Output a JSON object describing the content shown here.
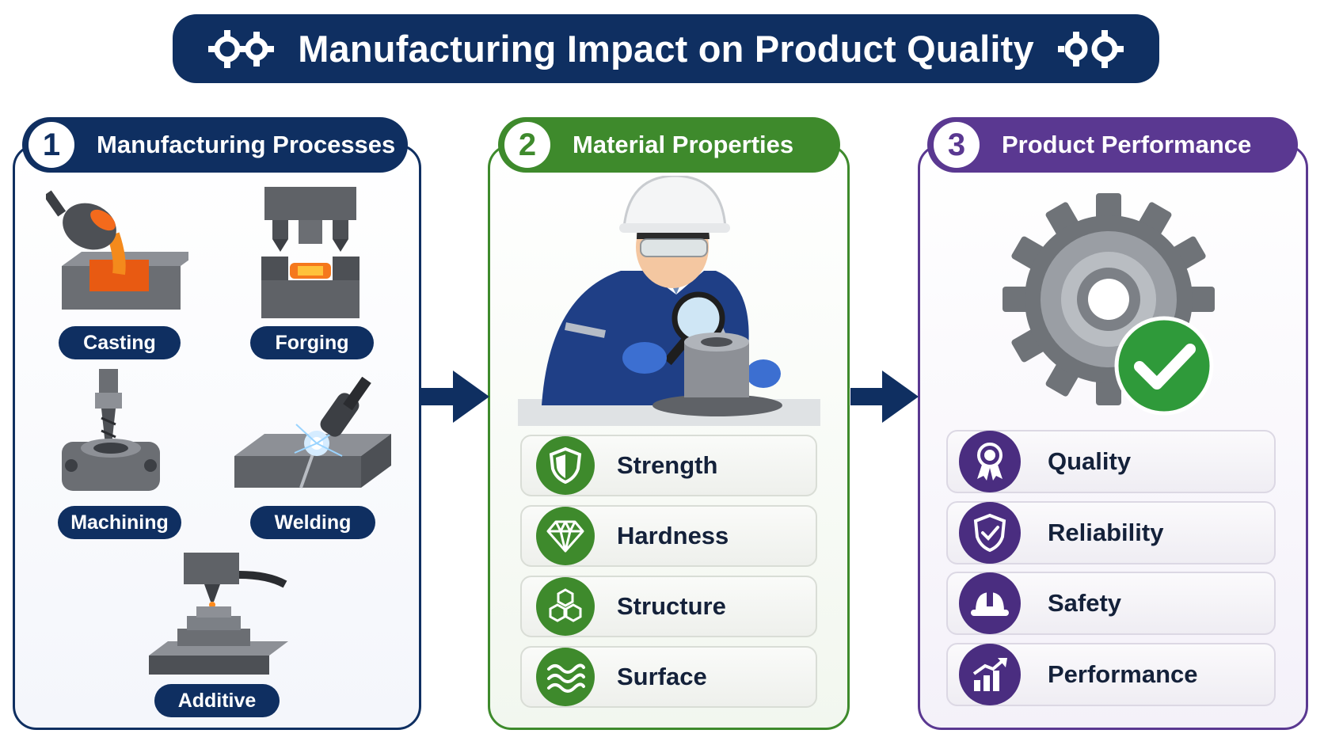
{
  "title": "Manufacturing Impact on Product Quality",
  "panels": [
    {
      "number": "1",
      "heading": "Manufacturing Processes",
      "color": "#0f2f61"
    },
    {
      "number": "2",
      "heading": "Material Properties",
      "color": "#3e8a2c"
    },
    {
      "number": "3",
      "heading": "Product Performance",
      "color": "#5a3891"
    }
  ],
  "processes": [
    "Casting",
    "Forging",
    "Machining",
    "Welding",
    "Additive"
  ],
  "properties": [
    {
      "label": "Strength",
      "icon": "shield-icon"
    },
    {
      "label": "Hardness",
      "icon": "diamond-icon"
    },
    {
      "label": "Structure",
      "icon": "hexagon-cluster-icon"
    },
    {
      "label": "Surface",
      "icon": "waves-icon"
    }
  ],
  "performance": [
    {
      "label": "Quality",
      "icon": "award-ribbon-icon"
    },
    {
      "label": "Reliability",
      "icon": "shield-check-icon"
    },
    {
      "label": "Safety",
      "icon": "hard-hat-icon"
    },
    {
      "label": "Performance",
      "icon": "growth-chart-icon"
    }
  ],
  "colors": {
    "navy": "#0f2f61",
    "green": "#3e8a2c",
    "purple": "#5a3891",
    "check_green": "#2f9a3a"
  }
}
